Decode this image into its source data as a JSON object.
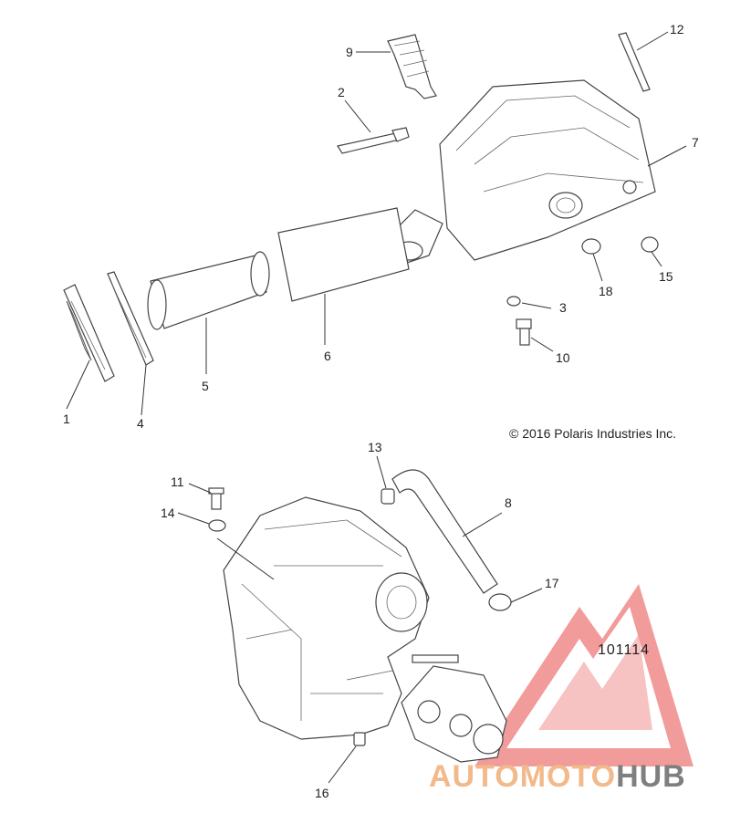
{
  "diagram": {
    "copyright": "© 2016 Polaris Industries Inc.",
    "part_number": "101114",
    "callouts": [
      "1",
      "2",
      "3",
      "4",
      "5",
      "6",
      "7",
      "8",
      "9",
      "10",
      "11",
      "12",
      "13",
      "14",
      "15",
      "16",
      "17",
      "18"
    ]
  },
  "watermark": {
    "brand_part1": "AUTOMOTO",
    "brand_part2": "HUB",
    "accent_color": "#e84a4a",
    "brand_color_1": "#f2b98a",
    "brand_color_2": "#7f7f7f"
  }
}
